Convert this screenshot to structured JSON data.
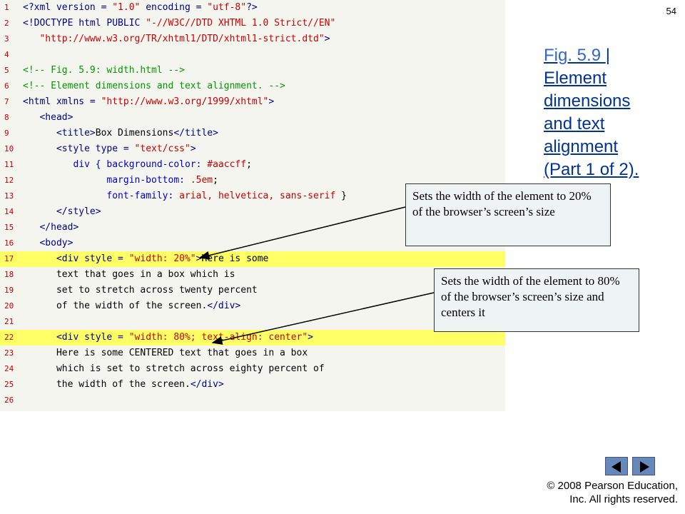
{
  "slide_number": "54",
  "title": {
    "fig_link": "Fig. 5.9 ",
    "separator": "|",
    "lines": [
      "Element",
      "dimensions",
      "and text",
      "alignment",
      "(Part 1 of 2)."
    ]
  },
  "code_lines": [
    {
      "n": "1",
      "tokens": [
        [
          "tag",
          "<?xml version = "
        ],
        [
          "str",
          "\"1.0\""
        ],
        [
          "tag",
          " encoding = "
        ],
        [
          "str",
          "\"utf-8\""
        ],
        [
          "tag",
          "?>"
        ]
      ]
    },
    {
      "n": "2",
      "tokens": [
        [
          "tag",
          "<!DOCTYPE html PUBLIC "
        ],
        [
          "str",
          "\"-//W3C//DTD XHTML 1.0 Strict//EN\""
        ]
      ]
    },
    {
      "n": "3",
      "tokens": [
        [
          "str",
          "   \"http://www.w3.org/TR/xhtml1/DTD/xhtml1-strict.dtd\""
        ],
        [
          "tag",
          ">"
        ]
      ]
    },
    {
      "n": "4",
      "tokens": []
    },
    {
      "n": "5",
      "tokens": [
        [
          "com",
          "<!-- Fig. 5.9: width.html -->"
        ]
      ]
    },
    {
      "n": "6",
      "tokens": [
        [
          "com",
          "<!-- Element dimensions and text alignment. -->"
        ]
      ]
    },
    {
      "n": "7",
      "tokens": [
        [
          "tag",
          "<html xmlns = "
        ],
        [
          "str",
          "\"http://www.w3.org/1999/xhtml\""
        ],
        [
          "tag",
          ">"
        ]
      ]
    },
    {
      "n": "8",
      "tokens": [
        [
          "tag",
          "   <head>"
        ]
      ]
    },
    {
      "n": "9",
      "tokens": [
        [
          "tag",
          "      <title>"
        ],
        [
          "pl",
          "Box Dimensions"
        ],
        [
          "tag",
          "</title>"
        ]
      ]
    },
    {
      "n": "10",
      "tokens": [
        [
          "tag",
          "      <style type = "
        ],
        [
          "str",
          "\"text/css\""
        ],
        [
          "tag",
          ">"
        ]
      ]
    },
    {
      "n": "11",
      "tokens": [
        [
          "key",
          "         div { background-color: "
        ],
        [
          "str",
          "#aaccff"
        ],
        [
          "pl",
          ";"
        ]
      ]
    },
    {
      "n": "12",
      "tokens": [
        [
          "key",
          "               margin-bottom: "
        ],
        [
          "str",
          ".5em"
        ],
        [
          "pl",
          ";"
        ]
      ]
    },
    {
      "n": "13",
      "tokens": [
        [
          "key",
          "               font-family: "
        ],
        [
          "str",
          "arial, helvetica, sans-serif"
        ],
        [
          "pl",
          " }"
        ]
      ]
    },
    {
      "n": "14",
      "tokens": [
        [
          "tag",
          "      </style>"
        ]
      ]
    },
    {
      "n": "15",
      "tokens": [
        [
          "tag",
          "   </head>"
        ]
      ]
    },
    {
      "n": "16",
      "tokens": [
        [
          "tag",
          "   <body>"
        ]
      ]
    },
    {
      "n": "17",
      "hl": true,
      "tokens": [
        [
          "tag",
          "      <div style = "
        ],
        [
          "str",
          "\"width: 20%\""
        ],
        [
          "tag",
          ">"
        ],
        [
          "pl",
          "Here is some"
        ]
      ]
    },
    {
      "n": "18",
      "tokens": [
        [
          "pl",
          "      text that goes in a box which is"
        ]
      ]
    },
    {
      "n": "19",
      "tokens": [
        [
          "pl",
          "      set to stretch across twenty percent"
        ]
      ]
    },
    {
      "n": "20",
      "tokens": [
        [
          "pl",
          "      of the width of the screen."
        ],
        [
          "tag",
          "</div>"
        ]
      ]
    },
    {
      "n": "21",
      "tokens": []
    },
    {
      "n": "22",
      "hl": true,
      "tokens": [
        [
          "tag",
          "      <div style = "
        ],
        [
          "str",
          "\"width: 80%; text-align: center\""
        ],
        [
          "tag",
          ">"
        ]
      ]
    },
    {
      "n": "23",
      "tokens": [
        [
          "pl",
          "      Here is some CENTERED text that goes in a box"
        ]
      ]
    },
    {
      "n": "24",
      "tokens": [
        [
          "pl",
          "      which is set to stretch across eighty percent of"
        ]
      ]
    },
    {
      "n": "25",
      "tokens": [
        [
          "pl",
          "      the width of the screen."
        ],
        [
          "tag",
          "</div>"
        ]
      ]
    },
    {
      "n": "26",
      "tokens": []
    }
  ],
  "callouts": {
    "first": "Sets the width of the element to 20% of the browser’s screen’s size",
    "second": "Sets the width of the element to 80% of the browser’s screen’s size and centers it"
  },
  "nav": {
    "prev_icon": "triangle-left",
    "next_icon": "triangle-right"
  },
  "copyright": {
    "line1": "© 2008 Pearson Education,",
    "line2": "Inc.  All rights reserved."
  },
  "colors": {
    "code_bg": "#f5f5f0",
    "highlight": "#ffff66",
    "tag": "#000080",
    "string": "#cc0000",
    "comment": "#009900",
    "css_key": "#0000cc",
    "title": "#003399",
    "nav": "#6688bb"
  }
}
